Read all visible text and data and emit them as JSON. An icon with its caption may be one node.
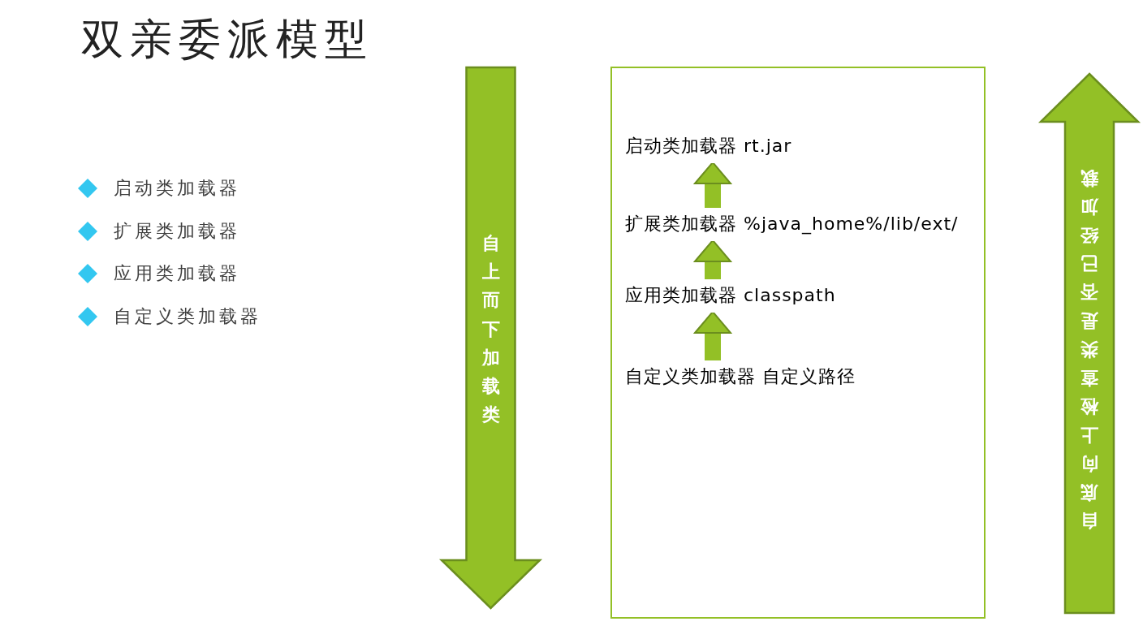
{
  "diagram": {
    "title": "双亲委派模型",
    "nodes": [
      {
        "text": [
          "自上而下加载类"
        ]
      },
      {
        "text": [],
        "shape": "box"
      },
      {
        "text": [
          "启动类加载器 rt.jar"
        ],
        "in": 1
      },
      {
        "text": [
          "扩展类加载器 %java_home%/lib/ext/"
        ],
        "in": 1
      },
      {
        "text": [
          "应用类加载器 classpath"
        ],
        "in": 1
      },
      {
        "text": [
          "自定义类加载器 自定义路径"
        ],
        "in": 1
      },
      {
        "text": [
          "自底向上检查类是否已经加载"
        ]
      }
    ],
    "edges": [
      {
        "from": 3,
        "to": 2,
        "arrow": "to"
      },
      {
        "from": 4,
        "to": 3,
        "arrow": "to"
      },
      {
        "from": 5,
        "to": 4,
        "arrow": "to"
      }
    ],
    "labels": [
      "启动类加载器",
      "扩展类加载器",
      "应用类加载器",
      "自定义类加载器"
    ]
  }
}
